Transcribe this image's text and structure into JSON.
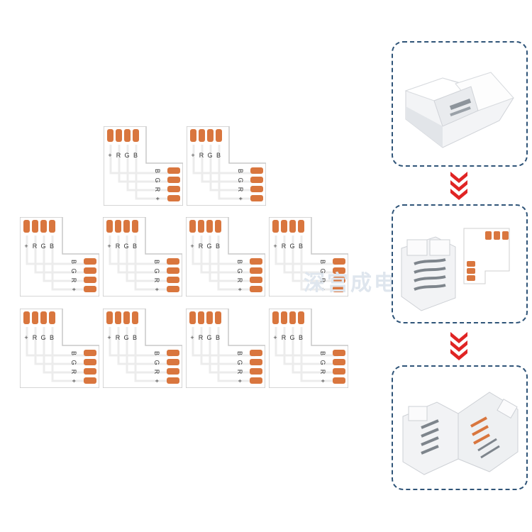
{
  "colors": {
    "pad": "#d9763e",
    "pcb": "#ffffff",
    "pcb_edge": "#c9c9c9",
    "trace": "#ececec",
    "panel_border": "#2f5478",
    "arrow": "#e02424"
  },
  "pcb_labels": {
    "top_row": [
      "+",
      "R",
      "G",
      "B"
    ],
    "side_col": [
      "B",
      "G",
      "R",
      "+"
    ]
  },
  "watermark": "深宫成电",
  "panels": [
    {
      "name": "connector-closed"
    },
    {
      "name": "connector-open-with-pcb"
    },
    {
      "name": "connector-assembled-l-shape"
    }
  ]
}
